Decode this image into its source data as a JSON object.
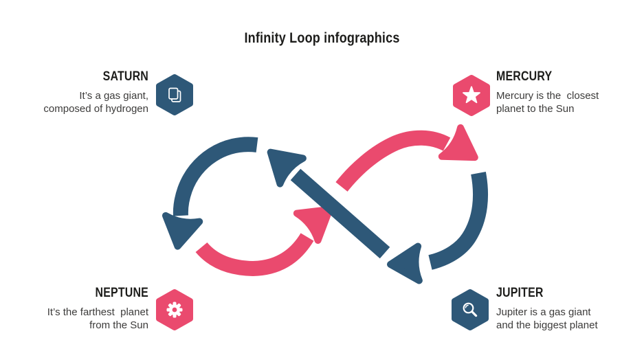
{
  "title": "Infinity Loop infographics",
  "colors": {
    "blue": "#2E5878",
    "pink": "#EA4A6E",
    "heading_text": "#1D1D1B",
    "body_text": "#3C3B3A",
    "background": "#FFFFFF",
    "icon": "#FFFFFF"
  },
  "items": [
    {
      "name": "SATURN",
      "description": "It’s a gas giant,\ncomposed of hydrogen",
      "icon": "copy-icon",
      "color": "#2E5878"
    },
    {
      "name": "MERCURY",
      "description": "Mercury is the  closest\nplanet to the Sun",
      "icon": "star-icon",
      "color": "#EA4A6E"
    },
    {
      "name": "NEPTUNE",
      "description": "It’s the farthest  planet\nfrom the Sun",
      "icon": "gear-icon",
      "color": "#EA4A6E"
    },
    {
      "name": "JUPITER",
      "description": "Jupiter is a gas giant\nand the biggest planet",
      "icon": "search-icon",
      "color": "#2E5878"
    }
  ],
  "diagram": {
    "type": "infinity-loop",
    "description": "Two interlocking circular arrow loops forming an infinity symbol",
    "segments": [
      {
        "name": "left-top-arc",
        "color": "#2E5878",
        "arrowhead": "points down at bottom-left of left loop"
      },
      {
        "name": "left-bottom-arc",
        "color": "#EA4A6E",
        "arrowhead": "points up-right at center crossing"
      },
      {
        "name": "right-top-arc",
        "color": "#EA4A6E",
        "arrowhead": "points down-right at top-right of right loop"
      },
      {
        "name": "right-side-arc",
        "color": "#2E5878",
        "arrowhead": "points left at bottom of right loop"
      },
      {
        "name": "center-diagonal",
        "color": "#2E5878",
        "arrowhead": "points up-left at top center"
      }
    ]
  }
}
